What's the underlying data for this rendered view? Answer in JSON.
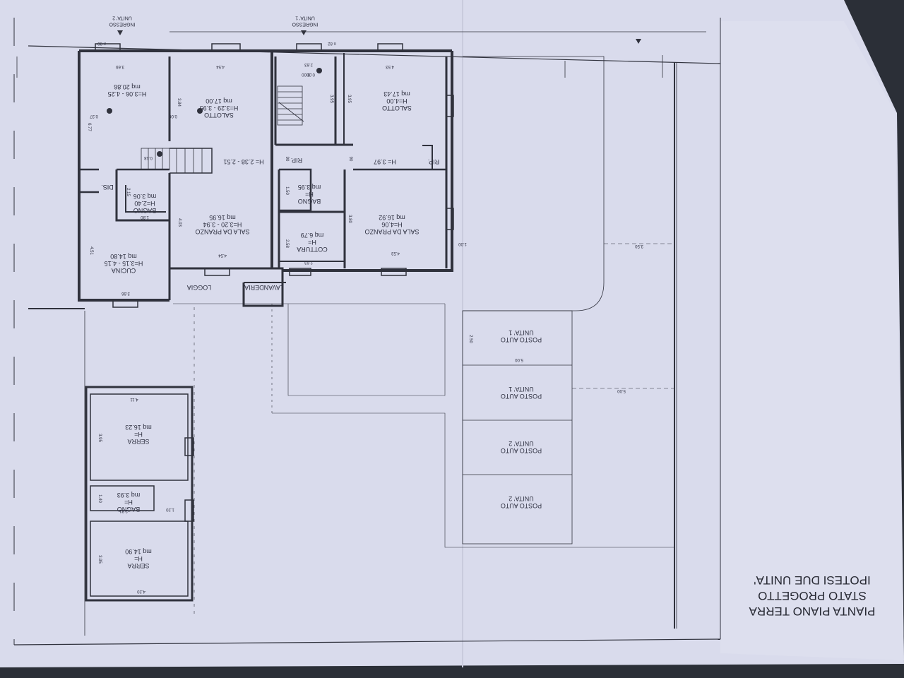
{
  "colors": {
    "paper": "#d9dbec",
    "ink": "#30323d",
    "background": "#2b2f37"
  },
  "plan": {
    "title_lines": [
      "PIANTA PIANO TERRA",
      "STATO PROGETTO",
      "IPOTESI DUE UNITA'"
    ],
    "entrances": [
      "INGRESSO\nUNITA' 2",
      "INGRESSO\nUNITA' 1"
    ],
    "rooms": [
      {
        "key": "salotto_u2",
        "lines": [
          "SALOTTO",
          "H=3.29 - 3.95",
          "mq 17.00"
        ]
      },
      {
        "key": "camera_u2",
        "lines": [
          "H=3.06 - 4.25",
          "mq 20.86"
        ]
      },
      {
        "key": "salotto_u1",
        "lines": [
          "SALOTTO",
          "H=4.00",
          "mq 17.43"
        ]
      },
      {
        "key": "sala_pranzo_u2",
        "lines": [
          "SALA DA PRANZO",
          "H=3.20 - 3.94",
          "mq 16.95"
        ]
      },
      {
        "key": "cucina_u2",
        "lines": [
          "CUCINA",
          "H=3.15 - 4.15",
          "mq 14.80"
        ]
      },
      {
        "key": "bagno_u2",
        "lines": [
          "BAGNO",
          "H=2.40",
          "mq 3.06"
        ]
      },
      {
        "key": "dis",
        "lines": [
          "DIS."
        ]
      },
      {
        "key": "corridoio_u2",
        "lines": [
          "H= 2.38 - 2.51"
        ]
      },
      {
        "key": "rip_a",
        "lines": [
          "RIP."
        ]
      },
      {
        "key": "rip_b",
        "lines": [
          "RIP."
        ]
      },
      {
        "key": "corridoio_u1",
        "lines": [
          "H= 3.97"
        ]
      },
      {
        "key": "bagno_u1",
        "lines": [
          "BAGNO",
          "H=",
          "mq 3.95"
        ]
      },
      {
        "key": "sala_pranzo_u1",
        "lines": [
          "SALA DA PRANZO",
          "H=4.06",
          "mq 16.92"
        ]
      },
      {
        "key": "cottura_u1",
        "lines": [
          "COTTURA",
          "H=",
          "mq 6.79"
        ]
      },
      {
        "key": "loggia",
        "lines": [
          "LOGGIA"
        ]
      },
      {
        "key": "lavanderia",
        "lines": [
          "LAVANDERIA"
        ]
      },
      {
        "key": "posto1a",
        "lines": [
          "POSTO AUTO",
          "UNITA' 1"
        ]
      },
      {
        "key": "posto1b",
        "lines": [
          "POSTO AUTO",
          "UNITA' 1"
        ]
      },
      {
        "key": "posto2a",
        "lines": [
          "POSTO AUTO",
          "UNITA' 2"
        ]
      },
      {
        "key": "posto2b",
        "lines": [
          "POSTO AUTO",
          "UNITA' 2"
        ]
      },
      {
        "key": "serra_a",
        "lines": [
          "SERRA",
          "H=",
          "mq 16.23"
        ]
      },
      {
        "key": "bagno_serra",
        "lines": [
          "BAGNO",
          "H=",
          "mq 3.93"
        ]
      },
      {
        "key": "serra_b",
        "lines": [
          "SERRA",
          "H=",
          "mq 14.90"
        ]
      }
    ],
    "dimensions": [
      {
        "key": "d1",
        "text": "3.69"
      },
      {
        "key": "d2",
        "text": "4.54"
      },
      {
        "key": "d3",
        "text": "2.63"
      },
      {
        "key": "d4",
        "text": "4.53"
      },
      {
        "key": "d5",
        "text": "3.84"
      },
      {
        "key": "d6",
        "text": "3.95"
      },
      {
        "key": "d7",
        "text": "3.95"
      },
      {
        "key": "d8",
        "text": "6.77"
      },
      {
        "key": "d9",
        "text": "0.37"
      },
      {
        "key": "d10",
        "text": "0.00"
      },
      {
        "key": "d11",
        "text": "0.00"
      },
      {
        "key": "d12",
        "text": "0.18"
      },
      {
        "key": "d13",
        "text": "4.03"
      },
      {
        "key": "d14",
        "text": "4.54"
      },
      {
        "key": "d15",
        "text": "4.51"
      },
      {
        "key": "d16",
        "text": "3.66"
      },
      {
        "key": "d17",
        "text": "1.80"
      },
      {
        "key": "d18",
        "text": "2.15"
      },
      {
        "key": "d19",
        "text": "1.50"
      },
      {
        "key": "d20",
        "text": "3.80"
      },
      {
        "key": "d21",
        "text": "4.53"
      },
      {
        "key": "d22",
        "text": "2.58"
      },
      {
        "key": "d23",
        "text": "2.63"
      },
      {
        "key": "d24",
        "text": "1.00"
      },
      {
        "key": "d25",
        "text": "3.50"
      },
      {
        "key": "d26",
        "text": "2.50"
      },
      {
        "key": "d27",
        "text": "5.00"
      },
      {
        "key": "d28",
        "text": "5.00"
      },
      {
        "key": "d29",
        "text": "4.11"
      },
      {
        "key": "d30",
        "text": "3.95"
      },
      {
        "key": "d31",
        "text": "1.40"
      },
      {
        "key": "d32",
        "text": "2.81"
      },
      {
        "key": "d33",
        "text": "1.20"
      },
      {
        "key": "d34",
        "text": "3.95"
      },
      {
        "key": "d35",
        "text": "4.20"
      },
      {
        "key": "d36",
        "text": "0.00"
      },
      {
        "key": "d37",
        "text": "90"
      },
      {
        "key": "d38",
        "text": "90"
      },
      {
        "key": "d39",
        "text": "n 80"
      },
      {
        "key": "d40",
        "text": "n 82"
      }
    ]
  }
}
